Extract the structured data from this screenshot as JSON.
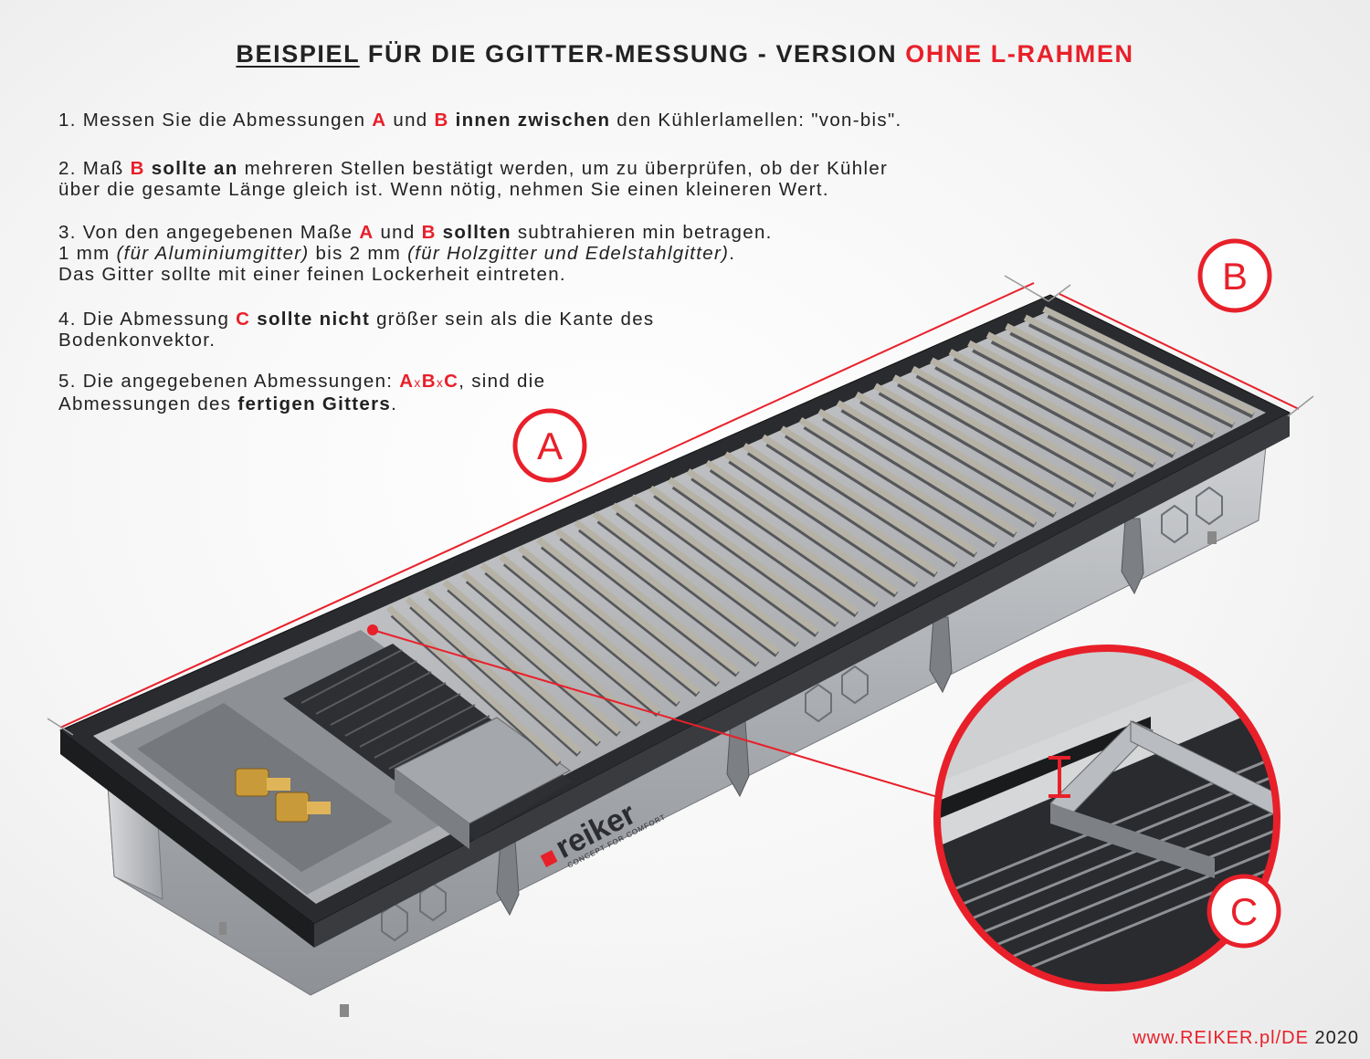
{
  "title": {
    "part1": "BEISPIEL",
    "part2": " FÜR DIE GGITTER-MESSUNG - VERSION ",
    "part3": "OHNE L-RAHMEN"
  },
  "step1": {
    "t1": "1. Messen Sie die Abmessungen ",
    "a": "A",
    "t2": " und ",
    "b": "B",
    "t3": " ",
    "bold1": "innen zwischen",
    "t4": " den Kühlerlamellen: \"von-bis\"."
  },
  "step2": {
    "t1": "2. Maß ",
    "b": "B",
    "t2": " ",
    "bold1": "sollte an",
    "t3": " mehreren Stellen bestätigt werden, um zu überprüfen, ob der Kühler",
    "line2": "über die gesamte Länge gleich ist. Wenn nötig, nehmen Sie einen kleineren Wert."
  },
  "step3": {
    "t1": "3. Von den angegebenen Maße  ",
    "a": "A",
    "t2": " und ",
    "b": "B",
    "t3": " ",
    "bold1": "sollten",
    "t4": " subtrahieren min betragen.",
    "l2_t1": "1 mm ",
    "l2_i1": "(für Aluminiumgitter)",
    "l2_t2": " bis 2 mm ",
    "l2_i2": "(für Holzgitter und Edelstahlgitter)",
    "l2_t3": ".",
    "line3": "Das Gitter sollte mit einer feinen Lockerheit eintreten."
  },
  "step4": {
    "t1": "4. Die Abmessung ",
    "c": "C",
    "t2": " ",
    "bold1": "sollte nicht",
    "t3": " größer sein als die Kante des",
    "line2": "Bodenkonvektor."
  },
  "step5": {
    "t1": "5. Die angegebenen Abmessungen: ",
    "a": "A",
    "x1": "x",
    "b": "B",
    "x2": "x",
    "c": "C",
    "t2": ", sind die",
    "l2_t1": "Abmessungen des ",
    "l2_bold": "fertigen Gitters",
    "l2_t2": "."
  },
  "labels": {
    "a": "A",
    "b": "B",
    "c": "C"
  },
  "brand": {
    "name": "reiker",
    "tagline": "CONCEPT FOR COMFORT"
  },
  "footer": {
    "url": "www.REIKER.pl/DE",
    "year": "2020"
  },
  "colors": {
    "accent": "#e8202a",
    "text": "#222222",
    "steel": "#b9bcc0",
    "frame": "#2a2b2e"
  }
}
